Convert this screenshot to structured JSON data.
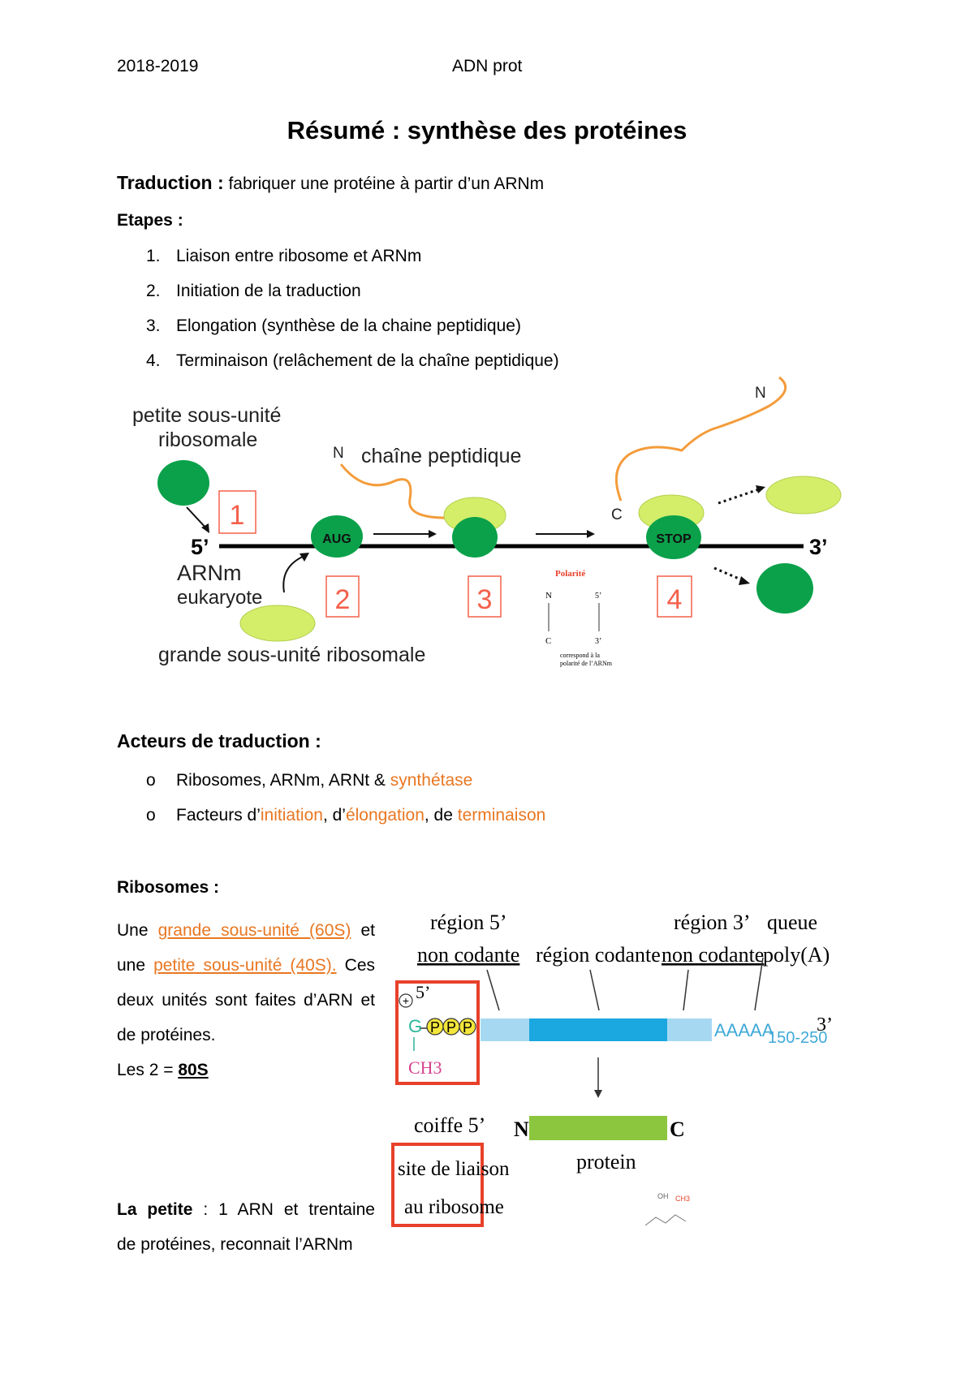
{
  "header": {
    "year": "2018-2019",
    "course": "ADN prot"
  },
  "title": "Résumé : synthèse des protéines",
  "traduction": {
    "term": "Traduction :",
    "definition": " fabriquer une protéine à partir d’un ARNm"
  },
  "etapes": {
    "heading": "Etapes :",
    "items": [
      {
        "num": "1.",
        "text": "Liaison entre ribosome et ARNm"
      },
      {
        "num": "2.",
        "text": "Initiation de la traduction"
      },
      {
        "num": "3.",
        "text": "Elongation (synthèse de la chaine peptidique)"
      },
      {
        "num": "4.",
        "text": "Terminaison (relâchement de la chaîne peptidique)"
      }
    ]
  },
  "diagram1": {
    "small_subunit": "petite sous-unité",
    "small_subunit2": "ribosomale",
    "large_subunit": "grande sous-unité ribosomale",
    "chain": "chaîne peptidique",
    "mrna": "ARNm",
    "eukaryote": "eukaryote",
    "five": "5’",
    "three": "3’",
    "aug": "AUG",
    "stop": "STOP",
    "n": "N",
    "c": "C",
    "steps": [
      "1",
      "2",
      "3",
      "4"
    ],
    "polarity": {
      "title": "Polarité",
      "n": "N",
      "c": "C",
      "five": "5’",
      "three": "3’",
      "note1": "correspond à la",
      "note2": "polarité de l’ARNm"
    },
    "colors": {
      "dark_green": "#0aa14a",
      "light_green": "#d4ee6a",
      "orange": "#f39c3b",
      "red_box": "#f4604a"
    }
  },
  "acteurs": {
    "heading": "Acteurs de traduction :",
    "bullet": "o",
    "line1": {
      "a": "Ribosomes, ARNm, ARNt & ",
      "b": "synthétase"
    },
    "line2": {
      "a": "Facteurs d’",
      "b": "initiation",
      "c": ", d’",
      "d": "élongation",
      "e": ", de ",
      "f": "terminaison"
    }
  },
  "ribosomes": {
    "heading": "Ribosomes :",
    "l1a": "Une ",
    "l1b": "grande sous-unité (60S)",
    "l1c": " et",
    "l2a": "une ",
    "l2b": "petite sous-unité (40S).",
    "l2c": " Ces",
    "l3": "deux unités sont faites d’ARN et",
    "l4": "de protéines.",
    "l5a": " Les 2 = ",
    "l5b": "80S",
    "petite_a": "La petite",
    "petite_b": " : 1 ARN et trentaine",
    "petite_c": "de protéines, reconnait l’ARNm"
  },
  "diagram2": {
    "region5": "région 5’",
    "noncodante": "non codante",
    "region_codante": "région codante",
    "region3": "région 3’",
    "noncodante3": "non codante",
    "queue": "queue",
    "polya": "poly(A)",
    "plus": "+",
    "five": "5’",
    "g": "G",
    "p": "P",
    "ch3": "CH3",
    "aaaaa": "AAAAA",
    "range": "150-250",
    "three": "3’",
    "coiffe": "coiffe 5’",
    "site1": "site de liaison",
    "site2": "au ribosome",
    "n": "N",
    "c": "C",
    "protein": "protein",
    "oh": "OH",
    "ch3b": "CH3",
    "colors": {
      "light_blue": "#a7d8f2",
      "blue": "#1ba7e0",
      "yellow": "#f3e63a",
      "green_bar": "#8cc63f",
      "red": "#e8402a",
      "pink": "#d6448f",
      "teal": "#2bb59a",
      "cyan_text": "#3fa9d8"
    }
  }
}
